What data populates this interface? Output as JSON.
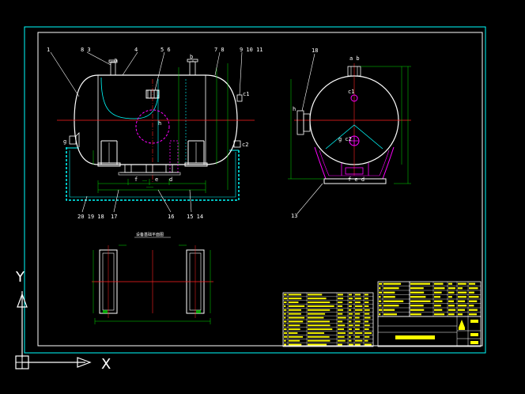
{
  "colors": {
    "background": "#000000",
    "frame": "#00ffff",
    "object": "#ffffff",
    "center_line": "#ff2020",
    "hidden": "#ff00ff",
    "dimension": "#00e000",
    "table_line": "#ffffff",
    "table_text": "#ffff00",
    "title_bar": "#ffff00",
    "ucs": "#ffffff"
  },
  "side_view": {
    "labels": {
      "n1": "1",
      "n8_3": "8 3",
      "n4": "4",
      "n5_6": "5 6",
      "nb": "b",
      "n7_8": "7 8",
      "n9_10_11": "9 10 11",
      "nc1": "c1",
      "nc2": "c2",
      "ng": "g",
      "n20_19_18": "20 19 18",
      "n17": "17",
      "n16": "16",
      "n15_14": "15 14",
      "nh": "h",
      "nf": "f",
      "ne": "e",
      "nd": "d",
      "na": "a"
    }
  },
  "end_view": {
    "labels": {
      "n18": "18",
      "nab": "a b",
      "nc1": "c1",
      "nh": "h",
      "ngc2": "g c2",
      "nfed": "f e d",
      "n13": "13"
    }
  },
  "plan_view": {
    "title": "设备基础平面图"
  },
  "ucs": {
    "y_label": "Y",
    "x_label": "X"
  }
}
